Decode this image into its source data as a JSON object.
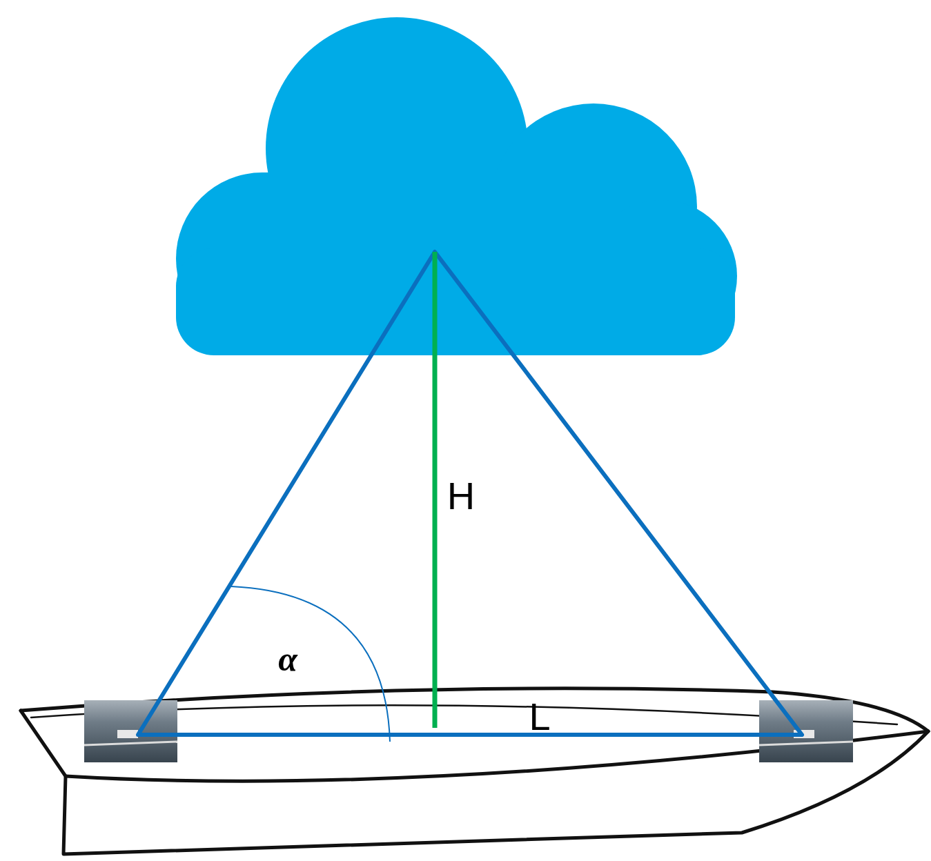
{
  "diagram": {
    "labels": [
      "α",
      "H",
      "L"
    ]
  }
}
